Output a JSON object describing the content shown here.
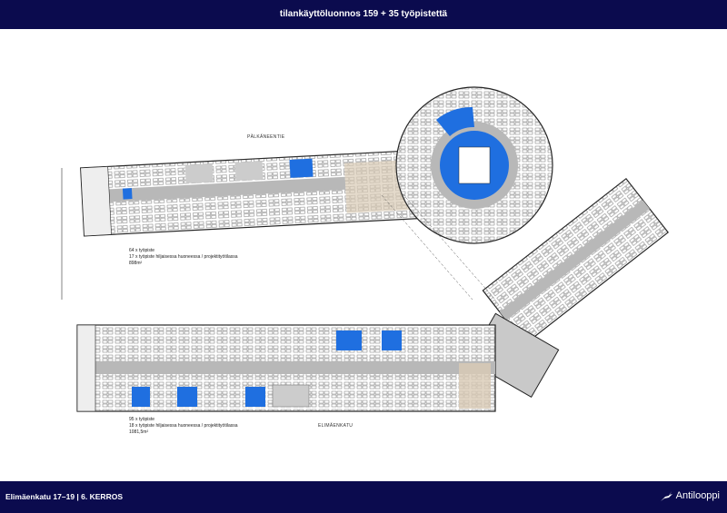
{
  "header": {
    "title": "tilankäyttöluonnos 159 + 35 työpistettä"
  },
  "plan": {
    "upper_notes": [
      "64 x työpiste",
      "17 x työpiste hiljaisessa huoneessa / projektityötilassa",
      "898m²"
    ],
    "lower_notes": [
      "95 x työpiste",
      "18 x työpiste hiljaisessa huoneessa / projektityötilassa",
      "1081,5m²"
    ],
    "street_upper": "PÄLKÄNEENTIE",
    "street_lower": "ELIMÄENKATU"
  },
  "footer": {
    "address": "Elimäenkatu 17–19 | 6. KERROS",
    "brand": "Antilooppi"
  },
  "colors": {
    "navy": "#0b0b4e",
    "blue": "#1f6fe0",
    "corridor": "#b8b8b8"
  }
}
